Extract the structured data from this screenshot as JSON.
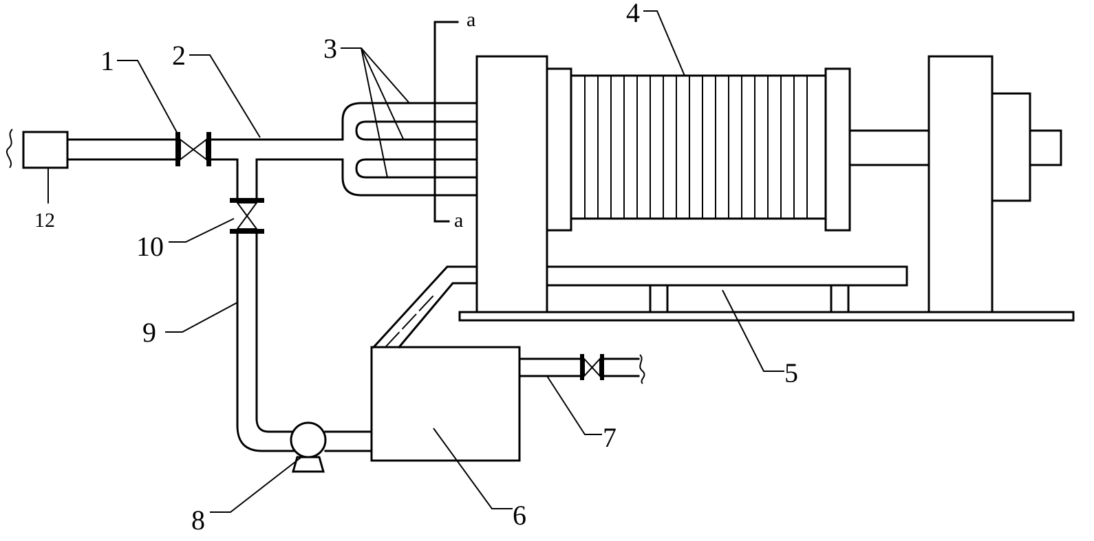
{
  "labels": {
    "l1": "1",
    "l2": "2",
    "l3": "3",
    "l4": "4",
    "l5": "5",
    "l6": "6",
    "l7": "7",
    "l8": "8",
    "l9": "9",
    "l10": "10",
    "l12": "12",
    "section_top": "a",
    "section_bottom": "a"
  },
  "colors": {
    "stroke": "#000000",
    "background": "#ffffff"
  }
}
